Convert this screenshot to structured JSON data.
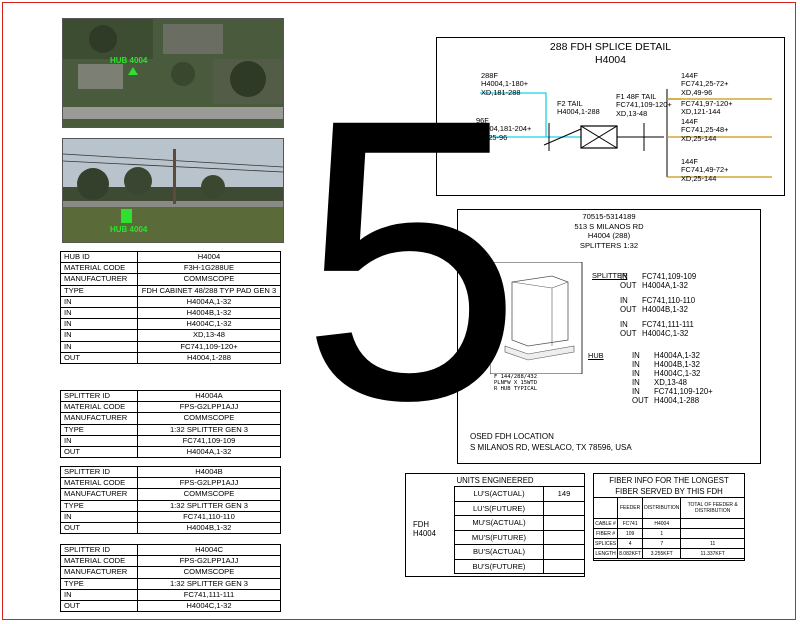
{
  "photos": {
    "aerial_label": "HUB 4004",
    "street_label": "HUB 4004"
  },
  "hub_table": [
    [
      "HUB ID",
      "H4004"
    ],
    [
      "MATERIAL CODE",
      "F3H-1G288UE"
    ],
    [
      "MANUFACTURER",
      "COMMSCOPE"
    ],
    [
      "TYPE",
      "FDH CABINET 48/288 TYP PAD GEN 3"
    ],
    [
      "IN",
      "H4004A,1-32"
    ],
    [
      "IN",
      "H4004B,1-32"
    ],
    [
      "IN",
      "H4004C,1-32"
    ],
    [
      "IN",
      "XD,13-48"
    ],
    [
      "IN",
      "FC741,109-120+"
    ],
    [
      "OUT",
      "H4004,1-288"
    ]
  ],
  "splitter_tables": [
    [
      [
        "SPLITTER ID",
        "H4004A"
      ],
      [
        "MATERIAL CODE",
        "FPS-G2LPP1AJJ"
      ],
      [
        "MANUFACTURER",
        "COMMSCOPE"
      ],
      [
        "TYPE",
        "1:32 SPLITTER GEN 3"
      ],
      [
        "IN",
        "FC741,109-109"
      ],
      [
        "OUT",
        "H4004A,1-32"
      ]
    ],
    [
      [
        "SPLITTER ID",
        "H4004B"
      ],
      [
        "MATERIAL CODE",
        "FPS-G2LPP1AJJ"
      ],
      [
        "MANUFACTURER",
        "COMMSCOPE"
      ],
      [
        "TYPE",
        "1:32 SPLITTER GEN 3"
      ],
      [
        "IN",
        "FC741,110-110"
      ],
      [
        "OUT",
        "H4004B,1-32"
      ]
    ],
    [
      [
        "SPLITTER ID",
        "H4004C"
      ],
      [
        "MATERIAL CODE",
        "FPS-G2LPP1AJJ"
      ],
      [
        "MANUFACTURER",
        "COMMSCOPE"
      ],
      [
        "TYPE",
        "1:32 SPLITTER GEN 3"
      ],
      [
        "IN",
        "FC741,111-111"
      ],
      [
        "OUT",
        "H4004C,1-32"
      ]
    ]
  ],
  "splice": {
    "title": "288 FDH SPLICE DETAIL",
    "subtitle": "H4004",
    "left_top": [
      "288F",
      "H4004,1-180+",
      "XD,181-288"
    ],
    "left_bottom": [
      "96F",
      "H4004,181-204+",
      "XD,25-96"
    ],
    "f2_tail": [
      "F2 TAIL",
      "H4004,1-288"
    ],
    "f1_tail": [
      "F1 48F TAIL",
      "FC741,109-120+",
      "XD,13-48"
    ],
    "right_1": [
      "144F",
      "FC741,25-72+",
      "XD,49-96"
    ],
    "right_2": [
      "FC741,97-120+",
      "XD,121-144"
    ],
    "right_3": [
      "144F",
      "FC741,25-48+",
      "XD,25-144"
    ],
    "right_4": [
      "144F",
      "FC741,49-72+",
      "XD,25-144"
    ],
    "colors": {
      "cyan": "#19d3e6",
      "gold": "#c8960f"
    }
  },
  "fdh": {
    "header": [
      "70515-5314189",
      "513 S MILANOS RD",
      "H4004 (288)",
      "SPLITTERS 1:32"
    ],
    "splitter_label": "SPLITTER",
    "splitter_rows": [
      [
        "IN",
        "FC741,109-109"
      ],
      [
        "OUT",
        "H4004A,1-32"
      ],
      [
        "IN",
        "FC741,110-110"
      ],
      [
        "OUT",
        "H4004B,1-32"
      ],
      [
        "IN",
        "FC741,111-111"
      ],
      [
        "OUT",
        "H4004C,1-32"
      ]
    ],
    "hub_label": "HUB",
    "hub_rows": [
      [
        "IN",
        "H4004A,1-32"
      ],
      [
        "IN",
        "H4004B,1-32"
      ],
      [
        "IN",
        "H4004C,1-32"
      ],
      [
        "IN",
        "XD,13-48"
      ],
      [
        "IN",
        "FC741,109-120+"
      ],
      [
        "OUT",
        "H4004,1-288"
      ]
    ],
    "cabinet_caption": [
      "F 144/288/432",
      "PLNFW X 15WTD",
      "R HUB TYPICAL"
    ],
    "location_line1": "OSED FDH LOCATION",
    "location_line2": "S MILANOS RD, WESLACO, TX 78596, USA"
  },
  "units": {
    "title": "UNITS ENGINEERED",
    "fdh": [
      "FDH",
      "H4004"
    ],
    "rows": [
      [
        "LU'S(ACTUAL)",
        "149"
      ],
      [
        "LU'S(FUTURE)",
        ""
      ],
      [
        "MU'S(ACTUAL)",
        ""
      ],
      [
        "MU'S(FUTURE)",
        ""
      ],
      [
        "BU'S(ACTUAL)",
        ""
      ],
      [
        "BU'S(FUTURE)",
        ""
      ]
    ]
  },
  "fiber": {
    "title1": "FIBER INFO FOR THE LONGEST",
    "title2": "FIBER SERVED BY THIS FDH",
    "headers": [
      "",
      "FEEDER",
      "DISTRIBUTION",
      "TOTAL OF FEEDER & DISTRIBUTION"
    ],
    "rows": [
      [
        "CABLE #",
        "FC741",
        "H4004",
        ""
      ],
      [
        "FIBER #",
        "109",
        "1",
        ""
      ],
      [
        "SPLICES",
        "4",
        "7",
        "11"
      ],
      [
        "LENGTH",
        "8.082KFT",
        "3.255KFT",
        "11.337KFT"
      ]
    ]
  },
  "overlay_number": "5"
}
